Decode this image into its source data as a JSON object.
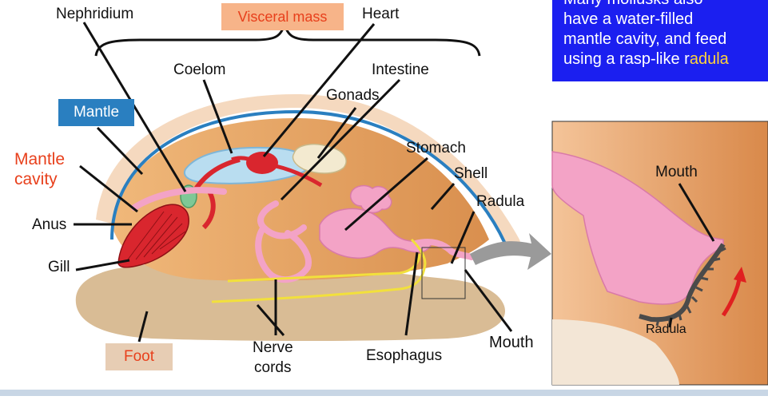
{
  "labels": {
    "nephridium": "Nephridium",
    "visceral_mass": "Visceral mass",
    "heart": "Heart",
    "coelom": "Coelom",
    "intestine": "Intestine",
    "gonads": "Gonads",
    "mantle": "Mantle",
    "mantle_cavity_line1": "Mantle",
    "mantle_cavity_line2": "cavity",
    "stomach": "Stomach",
    "shell": "Shell",
    "radula": "Radula",
    "anus": "Anus",
    "gill": "Gill",
    "foot": "Foot",
    "nerve_line1": "Nerve",
    "nerve_line2": "cords",
    "esophagus": "Esophagus",
    "mouth": "Mouth",
    "inset_mouth": "Mouth",
    "inset_radula": "Radula"
  },
  "info_box": {
    "line1": "Many mollusks also",
    "line2": "have a water-filled",
    "line3": "mantle cavity, and feed",
    "line4_prefix": "using a rasp-like r",
    "line4_highlight": "adula"
  },
  "colors": {
    "info_bg": "#1b1ff0",
    "highlight": "#ffd43a",
    "label_red": "#e8401c",
    "mantle_box": "#2a7fc0",
    "visceral_box": "#f7b489",
    "foot_box": "#e7cdb4",
    "shell": "#f5d9bf",
    "mantle_line": "#2a7fc0",
    "body": "#eba86a",
    "foot": "#d9bc95",
    "gill": "#d9262e",
    "digestive": "#f3a3c6",
    "coelom": "#b9ddf0",
    "nerve": "#f2e03c"
  }
}
